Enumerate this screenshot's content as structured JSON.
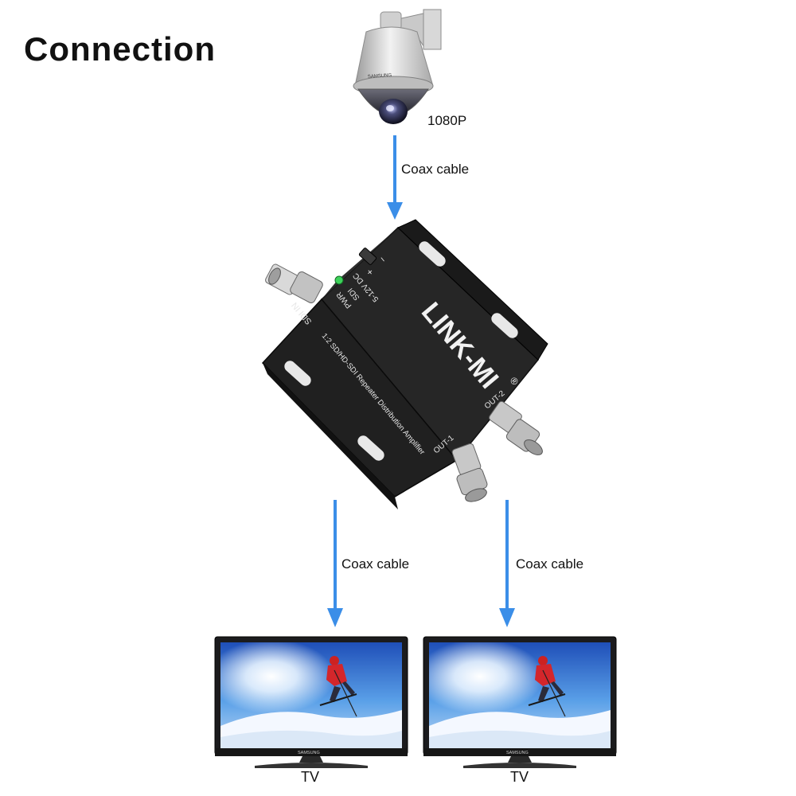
{
  "title": "Connection",
  "camera": {
    "brand": "SAMSUNG",
    "resolution_label": "1080P"
  },
  "links": {
    "camera_to_device": "Coax cable",
    "device_to_tv1": "Coax cable",
    "device_to_tv2": "Coax cable"
  },
  "device": {
    "brand": "LINK-MI",
    "model_text": "1:2 SD/HD-SDI Repeater Distribution Amplifier",
    "input_label": "SDI IN",
    "pwr_label": "PWR",
    "sdi_label": "SDI",
    "power_label": "5-12V DC",
    "plus_label": "+",
    "minus_label": "−",
    "out1_label": "OUT-1",
    "out2_label": "OUT-2",
    "registered_mark": "®"
  },
  "displays": [
    {
      "label": "TV",
      "brand": "SAMSUNG"
    },
    {
      "label": "TV",
      "brand": "SAMSUNG"
    }
  ],
  "colors": {
    "arrow": "#3b8ee8",
    "device_body": "#1c1c1c",
    "accent_text": "#111111"
  },
  "icons": {
    "camera": "ptz-dome-camera-icon",
    "device": "sdi-distribution-amplifier-icon",
    "display": "tv-monitor-icon",
    "arrow": "down-arrow-icon"
  }
}
